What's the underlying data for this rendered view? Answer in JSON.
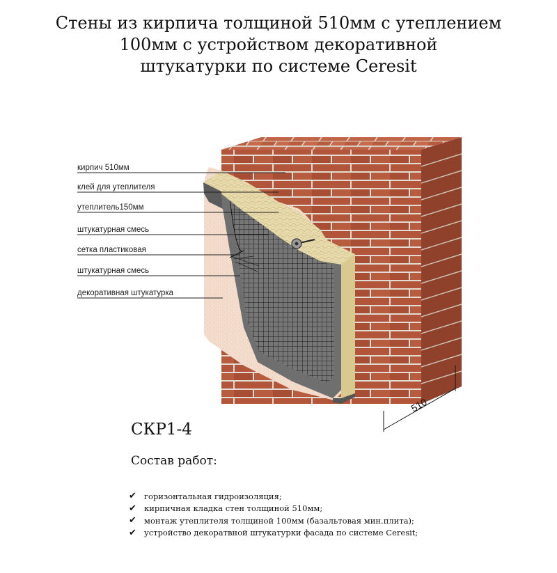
{
  "title": {
    "line1": "Стены из кирпича толщиной 510мм с утеплением",
    "line2": "100мм с устройством декоративной",
    "line3": "штукатурки по системе Ceresit"
  },
  "labels": [
    "кирпич 510мм",
    "клей для утеплителя",
    "утеплитель150мм",
    "штукатурная смесь",
    "сетка пластиковая",
    "штукатурная смесь",
    "декоративная штукатурка"
  ],
  "dimension": "510",
  "code": "СКР1-4",
  "works_heading": "Состав работ:",
  "works": [
    "горизонтальная гидроизоляция;",
    "кирпичная кладка стен толщиной 510мм;",
    "монтаж утеплителя толщиной 100мм (базальтовая мин.плита);",
    "устройство декоратвной штукатурки фасада по системе Ceresit;"
  ],
  "icons": {
    "bullet": "check-icon"
  },
  "colors": {
    "brick": "#b2553a",
    "mortar": "#e3dcd2",
    "plaster_pink": "#f2dccb",
    "insulation": "#e6d9a8",
    "base_coat": "#6e6e6e",
    "mesh": "#2b2b2b"
  }
}
